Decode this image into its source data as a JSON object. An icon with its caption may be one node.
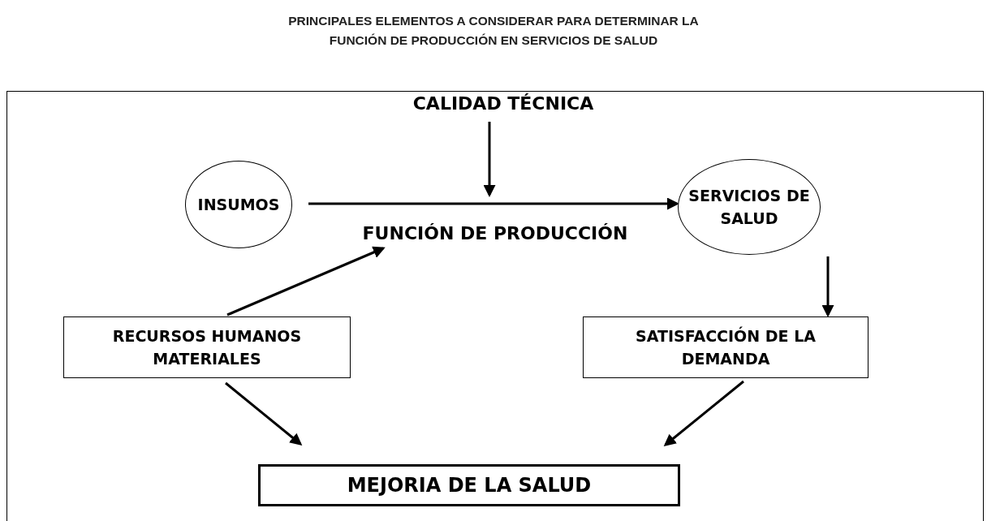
{
  "diagram": {
    "title": "PRINCIPALES ELEMENTOS A CONSIDERAR PARA DETERMINAR LA FUNCIÓN DE PRODUCCIÓN EN SERVICIOS DE SALUD",
    "nodes": [
      {
        "text": [
          "CALIDAD TÉCNICA"
        ]
      },
      {
        "text": [
          "INSUMOS"
        ]
      },
      {
        "text": [
          "FUNCIÓN DE PRODUCCIÓN"
        ]
      },
      {
        "text": [
          "SERVICIOS DE SALUD"
        ]
      },
      {
        "text": [
          "RECURSOS HUMANOS MATERIALES"
        ]
      },
      {
        "text": [
          "SATISFACCIÓN DE LA DEMANDA"
        ]
      },
      {
        "text": [
          "MEJORIA DE LA SALUD"
        ]
      }
    ],
    "edges": [
      {
        "from": 0,
        "to": 2,
        "arrow": "to"
      },
      {
        "from": 1,
        "to": 3,
        "arrow": "to"
      },
      {
        "from": 4,
        "to": 2,
        "arrow": "to"
      },
      {
        "from": 3,
        "to": 5,
        "arrow": "to"
      },
      {
        "from": 4,
        "to": 6,
        "arrow": "to"
      },
      {
        "from": 5,
        "to": 6,
        "arrow": "to"
      }
    ]
  }
}
